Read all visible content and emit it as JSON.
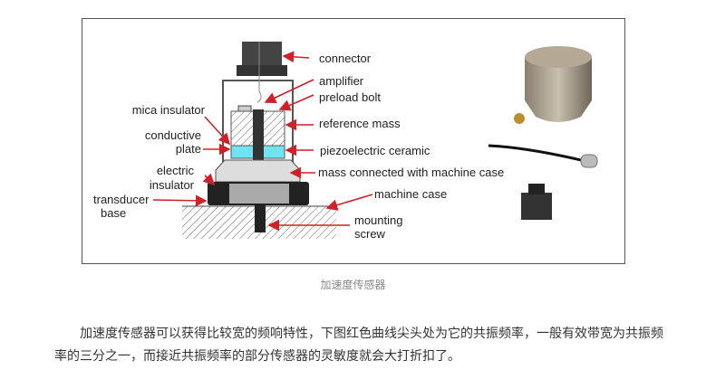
{
  "figure": {
    "labels": {
      "connector": "connector",
      "amplifier": "amplifier",
      "preload_bolt": "preload bolt",
      "reference_mass": "reference mass",
      "piezo": "piezoelectric ceramic",
      "mass_connected": "mass connected with machine case",
      "machine_case": "machine case",
      "mounting": "mounting",
      "screw": "screw",
      "mica": "mica insulator",
      "conductive": "conductive",
      "plate": "plate",
      "electric": "electric",
      "insulator": "insulator",
      "transducer": "transducer",
      "base": "base"
    }
  },
  "caption": "加速度传感器",
  "paragraph": "加速度传感器可以获得比较宽的频响特性，下图红色曲线尖头处为它的共振频率，一般有效带宽为共振频率的三分之一，而接近共振频率的部分传感器的灵敏度就会大打折扣了。"
}
